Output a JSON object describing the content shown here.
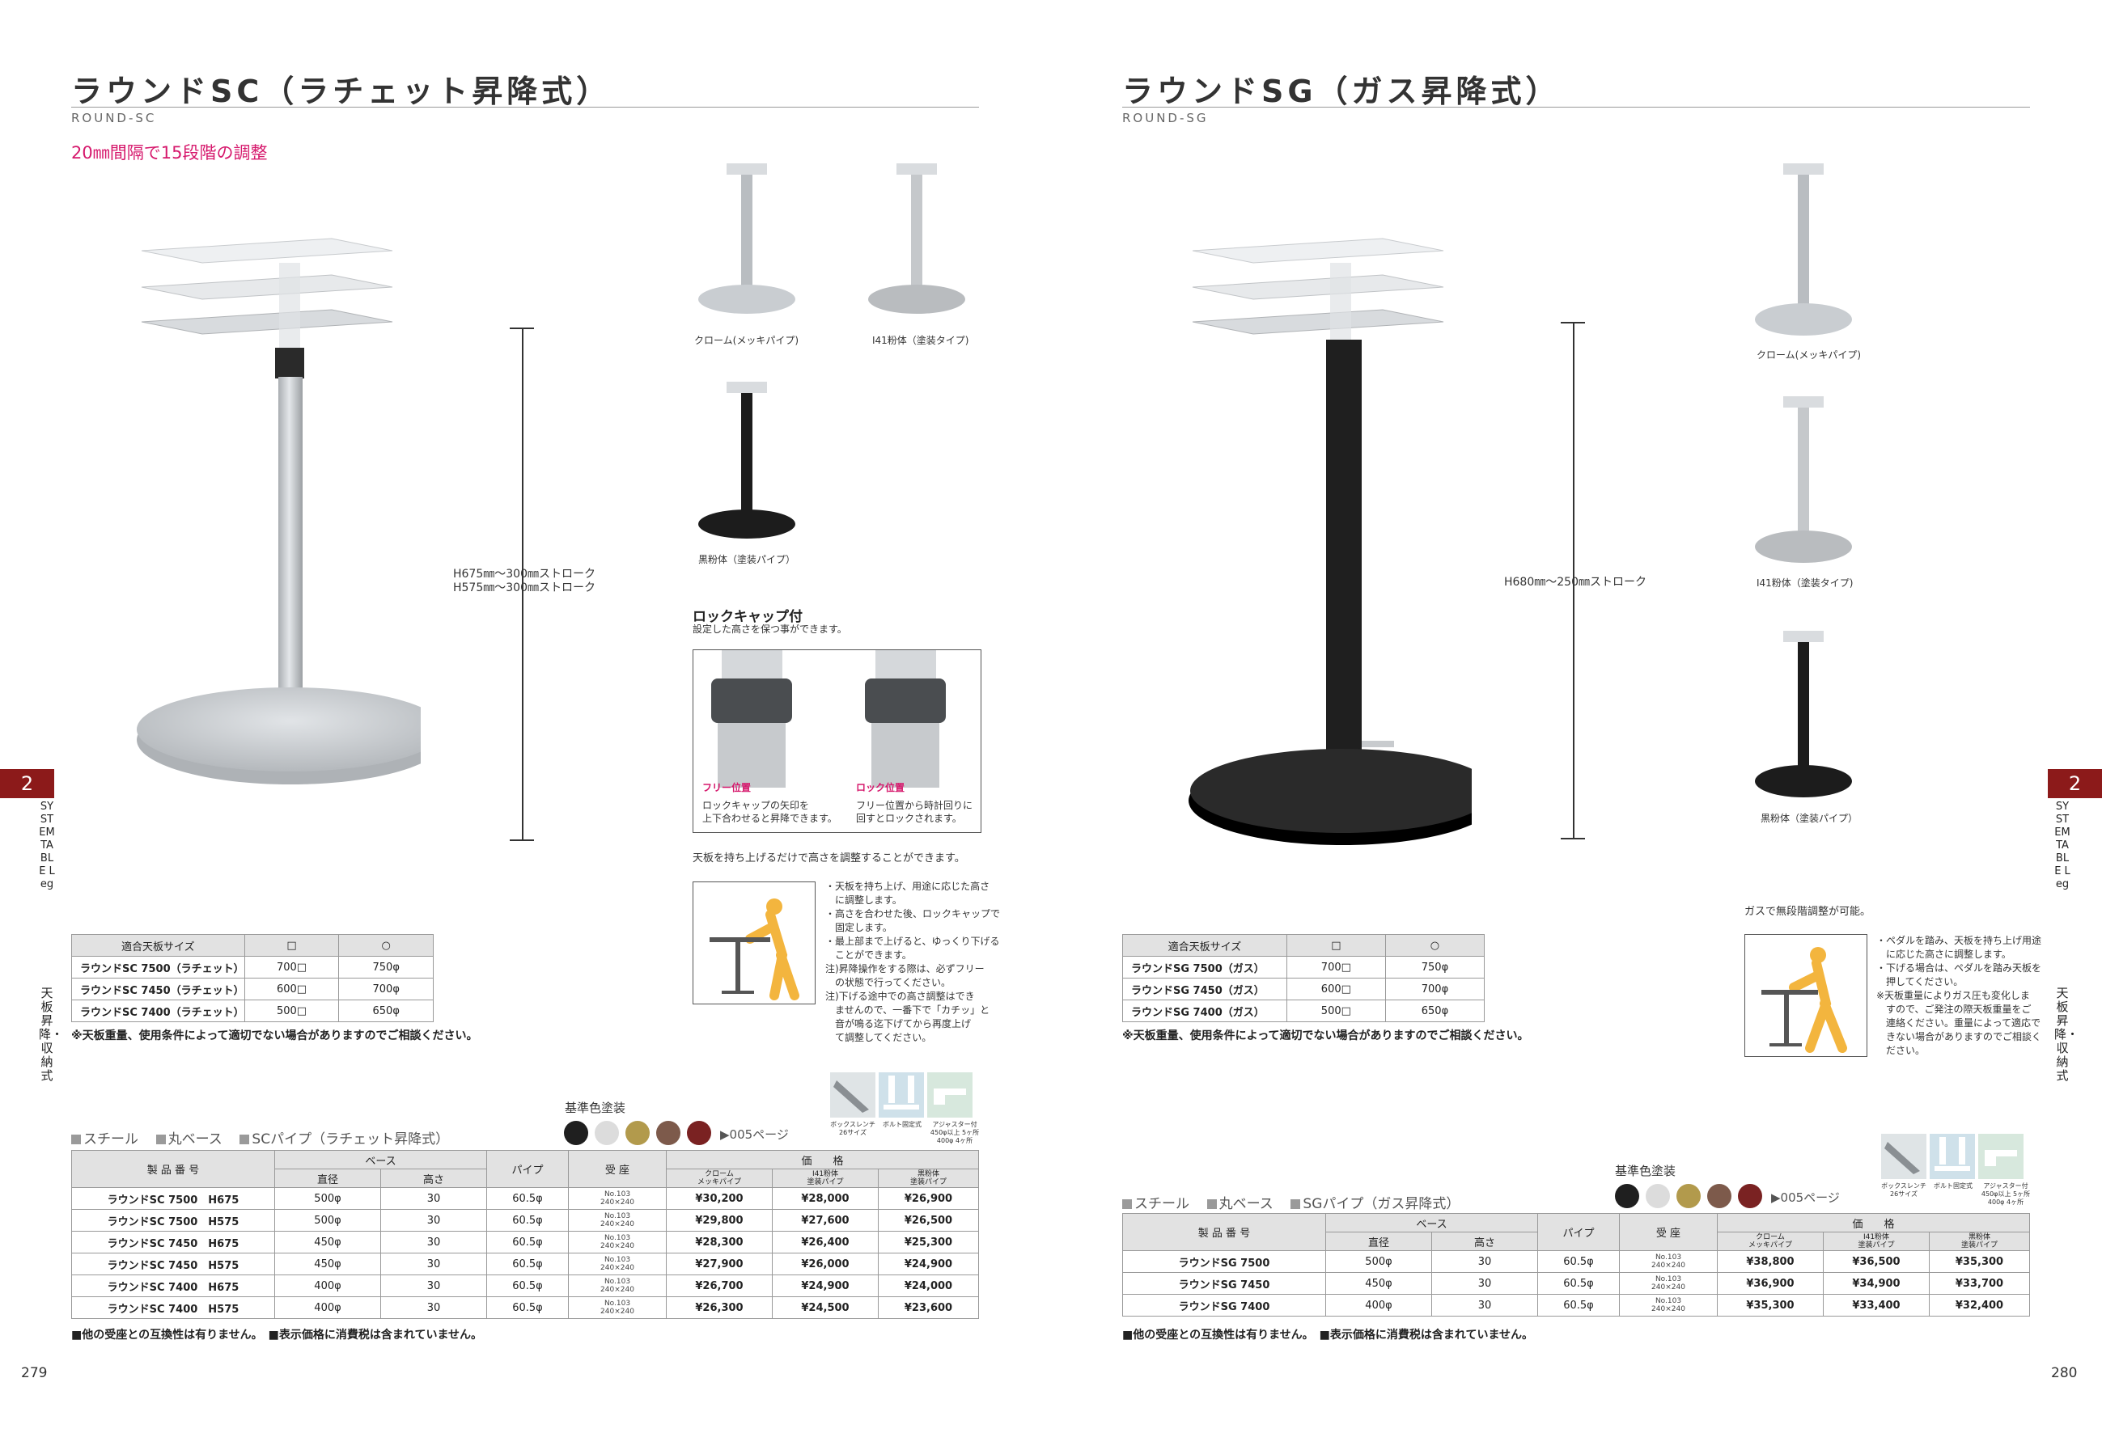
{
  "left": {
    "title": "ラウンドSC（ラチェット昇降式）",
    "subtitle": "ROUND-SC",
    "lead": "20㎜間隔で15段階の調整",
    "dimension": [
      "H675㎜～300㎜ストローク",
      "H575㎜～300㎜ストローク"
    ],
    "variants": [
      {
        "label": "クローム(メッキパイプ)",
        "color": "#c9cdd1"
      },
      {
        "label": "I41粉体（塗装タイプ)",
        "color": "#b9bcbf"
      },
      {
        "label": "黒粉体（塗装パイプ）",
        "color": "#1c1c1c"
      }
    ],
    "lock": {
      "title": "ロックキャップ付",
      "desc": "設定した高さを保つ事ができます。",
      "free_label": "フリー位置",
      "free_text": [
        "ロックキャップの矢印を",
        "上下合わせると昇降できます。"
      ],
      "lock_label": "ロック位置",
      "lock_text": [
        "フリー位置から時計回りに",
        "回すとロックされます。"
      ]
    },
    "lift": {
      "title": "天板を持ち上げるだけで高さを調整することができます。",
      "notes": [
        "・天板を持ち上げ、用途に応じた高さ",
        "　に調整します。",
        "・高さを合わせた後、ロックキャップで",
        "　固定します。",
        "・最上部まで上げると、ゆっくり下げる",
        "　ことができます。",
        "注)昇降操作をする際は、必ずフリー",
        "　の状態で行ってください。",
        "注)下げる途中での高さ調整はでき",
        "　ませんので、一番下で「カチッ」と",
        "　音が鳴る迄下げてから再度上げ",
        "　て調整してください。"
      ]
    },
    "sizes": {
      "header": [
        "適合天板サイズ",
        "□",
        "○"
      ],
      "rows": [
        [
          "ラウンドSC 7500（ラチェット）",
          "700□",
          "750φ"
        ],
        [
          "ラウンドSC 7450（ラチェット）",
          "600□",
          "700φ"
        ],
        [
          "ラウンドSC 7400（ラチェット）",
          "500□",
          "650φ"
        ]
      ],
      "note": "※天板重量、使用条件によって適切でない場合がありますのでご相談ください。"
    },
    "colors": {
      "title": "基準色塗装",
      "swatches": [
        "#1f1f1f",
        "#dcdcdc",
        "#b29a4c",
        "#7d5a4b",
        "#7a2222"
      ],
      "ref": "▶005ページ"
    },
    "icons": [
      {
        "name": "box-wrench-icon",
        "caption": [
          "ボックスレンチ",
          "26サイズ"
        ]
      },
      {
        "name": "bolt-fixed-icon",
        "caption": [
          "ボルト固定式"
        ]
      },
      {
        "name": "adjuster-icon",
        "caption": [
          "アジャスター付",
          "450φ以上 5ヶ所",
          "400φ 4ヶ所"
        ]
      }
    ],
    "materials": [
      "スチール",
      "丸ベース",
      "SCパイプ（ラチェット昇降式）"
    ],
    "product_table": {
      "h_product": "製 品 番 号",
      "h_base": "ベース",
      "h_diam": "直径",
      "h_height": "高さ",
      "h_pipe": "パイプ",
      "h_seat": "受 座",
      "h_price": "価　　格",
      "h_prices": [
        [
          "クローム",
          "メッキパイプ"
        ],
        [
          "I41粉体",
          "塗装パイプ"
        ],
        [
          "黒粉体",
          "塗装パイプ"
        ]
      ],
      "rows": [
        {
          "name": "ラウンドSC 7500　H675",
          "diam": "500φ",
          "height": "30",
          "pipe": "60.5φ",
          "seat": [
            "No.103",
            "240×240"
          ],
          "p1": "¥30,200",
          "p2": "¥28,000",
          "p3": "¥26,900"
        },
        {
          "name": "ラウンドSC 7500　H575",
          "diam": "500φ",
          "height": "30",
          "pipe": "60.5φ",
          "seat": [
            "No.103",
            "240×240"
          ],
          "p1": "¥29,800",
          "p2": "¥27,600",
          "p3": "¥26,500"
        },
        {
          "name": "ラウンドSC 7450　H675",
          "diam": "450φ",
          "height": "30",
          "pipe": "60.5φ",
          "seat": [
            "No.103",
            "240×240"
          ],
          "p1": "¥28,300",
          "p2": "¥26,400",
          "p3": "¥25,300"
        },
        {
          "name": "ラウンドSC 7450　H575",
          "diam": "450φ",
          "height": "30",
          "pipe": "60.5φ",
          "seat": [
            "No.103",
            "240×240"
          ],
          "p1": "¥27,900",
          "p2": "¥26,000",
          "p3": "¥24,900"
        },
        {
          "name": "ラウンドSC 7400　H675",
          "diam": "400φ",
          "height": "30",
          "pipe": "60.5φ",
          "seat": [
            "No.103",
            "240×240"
          ],
          "p1": "¥26,700",
          "p2": "¥24,900",
          "p3": "¥24,000"
        },
        {
          "name": "ラウンドSC 7400　H575",
          "diam": "400φ",
          "height": "30",
          "pipe": "60.5φ",
          "seat": [
            "No.103",
            "240×240"
          ],
          "p1": "¥26,300",
          "p2": "¥24,500",
          "p3": "¥23,600"
        }
      ]
    },
    "footnote": "■他の受座との互換性は有りません。　■表示価格に消費税は含まれていません。",
    "page_number": "279"
  },
  "right": {
    "title": "ラウンドSG（ガス昇降式）",
    "subtitle": "ROUND-SG",
    "dimension": "H680㎜～250㎜ストローク",
    "variants": [
      {
        "label": "クローム(メッキパイプ)",
        "color": "#c9cdd1"
      },
      {
        "label": "I41粉体（塗装タイプ)",
        "color": "#b9bcbf"
      },
      {
        "label": "黒粉体（塗装パイプ）",
        "color": "#1c1c1c"
      }
    ],
    "gas": {
      "title": "ガスで無段階調整が可能。",
      "notes": [
        "・ペダルを踏み、天板を持ち上げ用途",
        "　に応じた高さに調整します。",
        "・下げる場合は、ペダルを踏み天板を",
        "　押してください。",
        "※天板重量によりガス圧も変化しま",
        "　すので、ご発注の際天板重量をご",
        "　連絡ください。重量によって適応で",
        "　きない場合がありますのでご相談く",
        "　ださい。"
      ]
    },
    "sizes": {
      "header": [
        "適合天板サイズ",
        "□",
        "○"
      ],
      "rows": [
        [
          "ラウンドSG 7500（ガス）",
          "700□",
          "750φ"
        ],
        [
          "ラウンドSG 7450（ガス）",
          "600□",
          "700φ"
        ],
        [
          "ラウンドSG 7400（ガス）",
          "500□",
          "650φ"
        ]
      ],
      "note": "※天板重量、使用条件によって適切でない場合がありますのでご相談ください。"
    },
    "colors": {
      "title": "基準色塗装",
      "swatches": [
        "#1f1f1f",
        "#dcdcdc",
        "#b29a4c",
        "#7d5a4b",
        "#7a2222"
      ],
      "ref": "▶005ページ"
    },
    "icons": [
      {
        "name": "box-wrench-icon",
        "caption": [
          "ボックスレンチ",
          "26サイズ"
        ]
      },
      {
        "name": "bolt-fixed-icon",
        "caption": [
          "ボルト固定式"
        ]
      },
      {
        "name": "adjuster-icon",
        "caption": [
          "アジャスター付",
          "450φ以上 5ヶ所",
          "400φ 4ヶ所"
        ]
      }
    ],
    "materials": [
      "スチール",
      "丸ベース",
      "SGパイプ（ガス昇降式）"
    ],
    "product_table": {
      "h_product": "製 品 番 号",
      "h_base": "ベース",
      "h_diam": "直径",
      "h_height": "高さ",
      "h_pipe": "パイプ",
      "h_seat": "受 座",
      "h_price": "価　　格",
      "h_prices": [
        [
          "クローム",
          "メッキパイプ"
        ],
        [
          "I41粉体",
          "塗装パイプ"
        ],
        [
          "黒粉体",
          "塗装パイプ"
        ]
      ],
      "rows": [
        {
          "name": "ラウンドSG 7500",
          "diam": "500φ",
          "height": "30",
          "pipe": "60.5φ",
          "seat": [
            "No.103",
            "240×240"
          ],
          "p1": "¥38,800",
          "p2": "¥36,500",
          "p3": "¥35,300"
        },
        {
          "name": "ラウンドSG 7450",
          "diam": "450φ",
          "height": "30",
          "pipe": "60.5φ",
          "seat": [
            "No.103",
            "240×240"
          ],
          "p1": "¥36,900",
          "p2": "¥34,900",
          "p3": "¥33,700"
        },
        {
          "name": "ラウンドSG 7400",
          "diam": "400φ",
          "height": "30",
          "pipe": "60.5φ",
          "seat": [
            "No.103",
            "240×240"
          ],
          "p1": "¥35,300",
          "p2": "¥33,400",
          "p3": "¥32,400"
        }
      ]
    },
    "footnote": "■他の受座との互換性は有りません。　■表示価格に消費税は含まれていません。",
    "page_number": "280"
  },
  "side_tab": {
    "number": "2",
    "text": "SYSTEM TABLE Leg",
    "text_jp": "天板昇降・収納式"
  }
}
